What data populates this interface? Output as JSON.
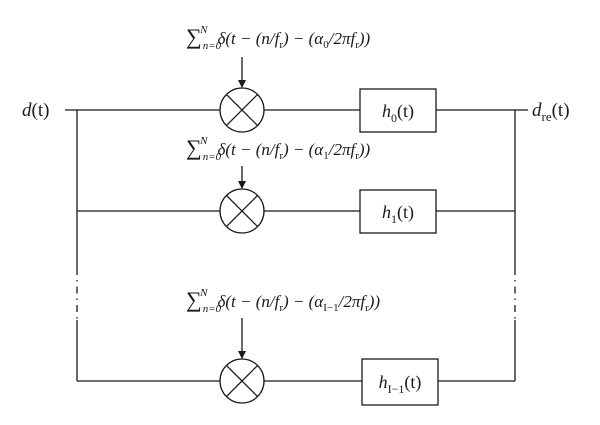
{
  "input": {
    "name": "d",
    "arg": "(t)"
  },
  "output": {
    "name": "d",
    "sub": "re",
    "arg": "(t)"
  },
  "branches": [
    {
      "filter": {
        "name": "h",
        "sub": "0",
        "arg": "(t)"
      },
      "sampling": {
        "sum": "∑",
        "sub": "n=0",
        "sup": "N",
        "pre": "δ(t − (n/f",
        "fsub": "r",
        "mid": ") − (α",
        "asub": "0",
        "post": "/2πf",
        "psub": "r",
        "end": "))"
      }
    },
    {
      "filter": {
        "name": "h",
        "sub": "1",
        "arg": "(t)"
      },
      "sampling": {
        "sum": "∑",
        "sub": "n=0",
        "sup": "N",
        "pre": "δ(t − (n/f",
        "fsub": "r",
        "mid": ") − (α",
        "asub": "1",
        "post": "/2πf",
        "psub": "r",
        "end": "))"
      }
    },
    {
      "filter": {
        "name": "h",
        "sub": "I−1",
        "arg": "(t)"
      },
      "sampling": {
        "sum": "∑",
        "sub": "n=0",
        "sup": "N",
        "pre": "δ(t − (n/f",
        "fsub": "r",
        "mid": ") − (α",
        "asub": "I−1",
        "post": "/2πf",
        "psub": "r",
        "end": "))"
      }
    }
  ],
  "multiplier_symbol": "×",
  "icons": {
    "multiplier": "multiplier-icon",
    "arrow": "arrow-down-icon"
  }
}
